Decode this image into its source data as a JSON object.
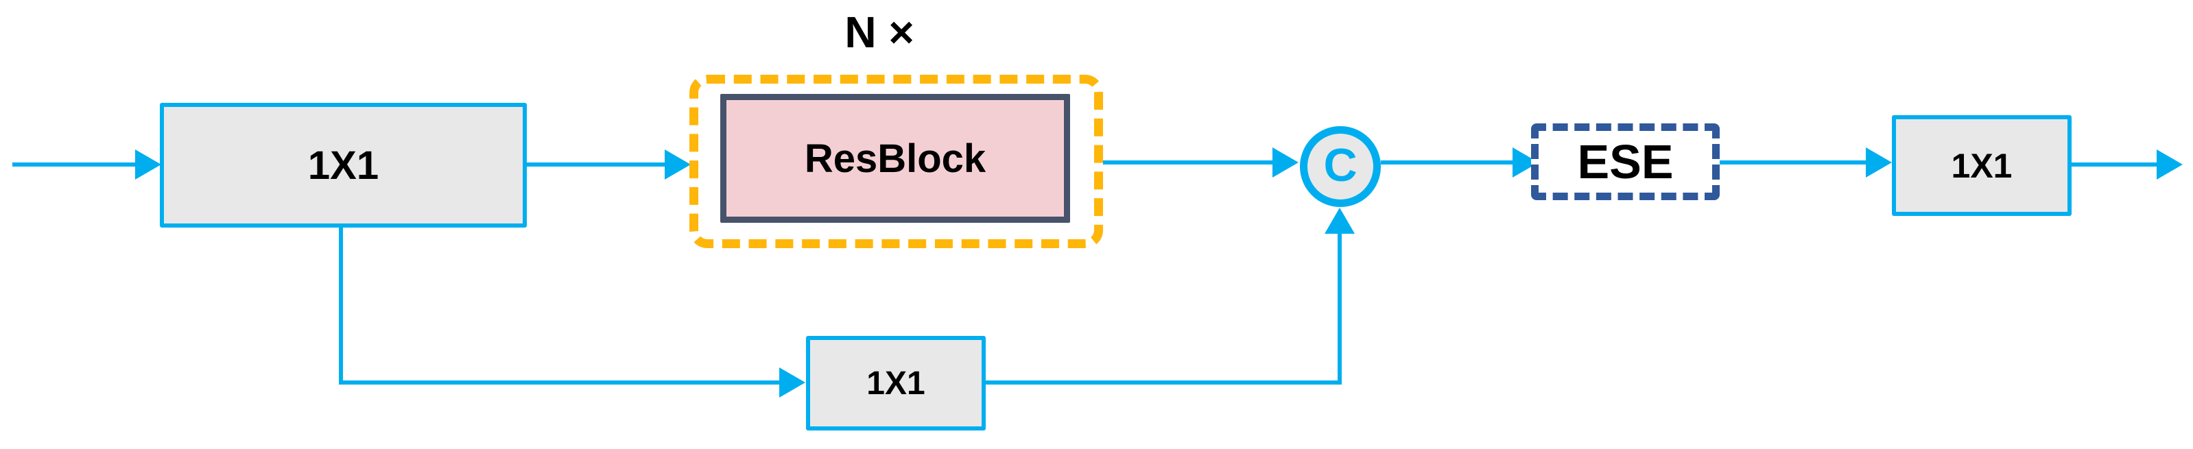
{
  "diagram": {
    "repeat_label": "N ×",
    "nodes": {
      "conv_in": {
        "label": "1X1"
      },
      "resblock": {
        "label": "ResBlock"
      },
      "concat": {
        "label": "C"
      },
      "ese": {
        "label": "ESE"
      },
      "conv_out": {
        "label": "1X1"
      },
      "shortcut_conv": {
        "label": "1X1"
      }
    },
    "colors": {
      "accent_cyan": "#00aeef",
      "node_fill_gray": "#e8e8e8",
      "resblock_fill_pink": "#f3cfd3",
      "resblock_border_slate": "#46536a",
      "repeat_border_gold": "#ffb60b",
      "ese_border_navy": "#30599c",
      "text_black": "#000000"
    }
  }
}
